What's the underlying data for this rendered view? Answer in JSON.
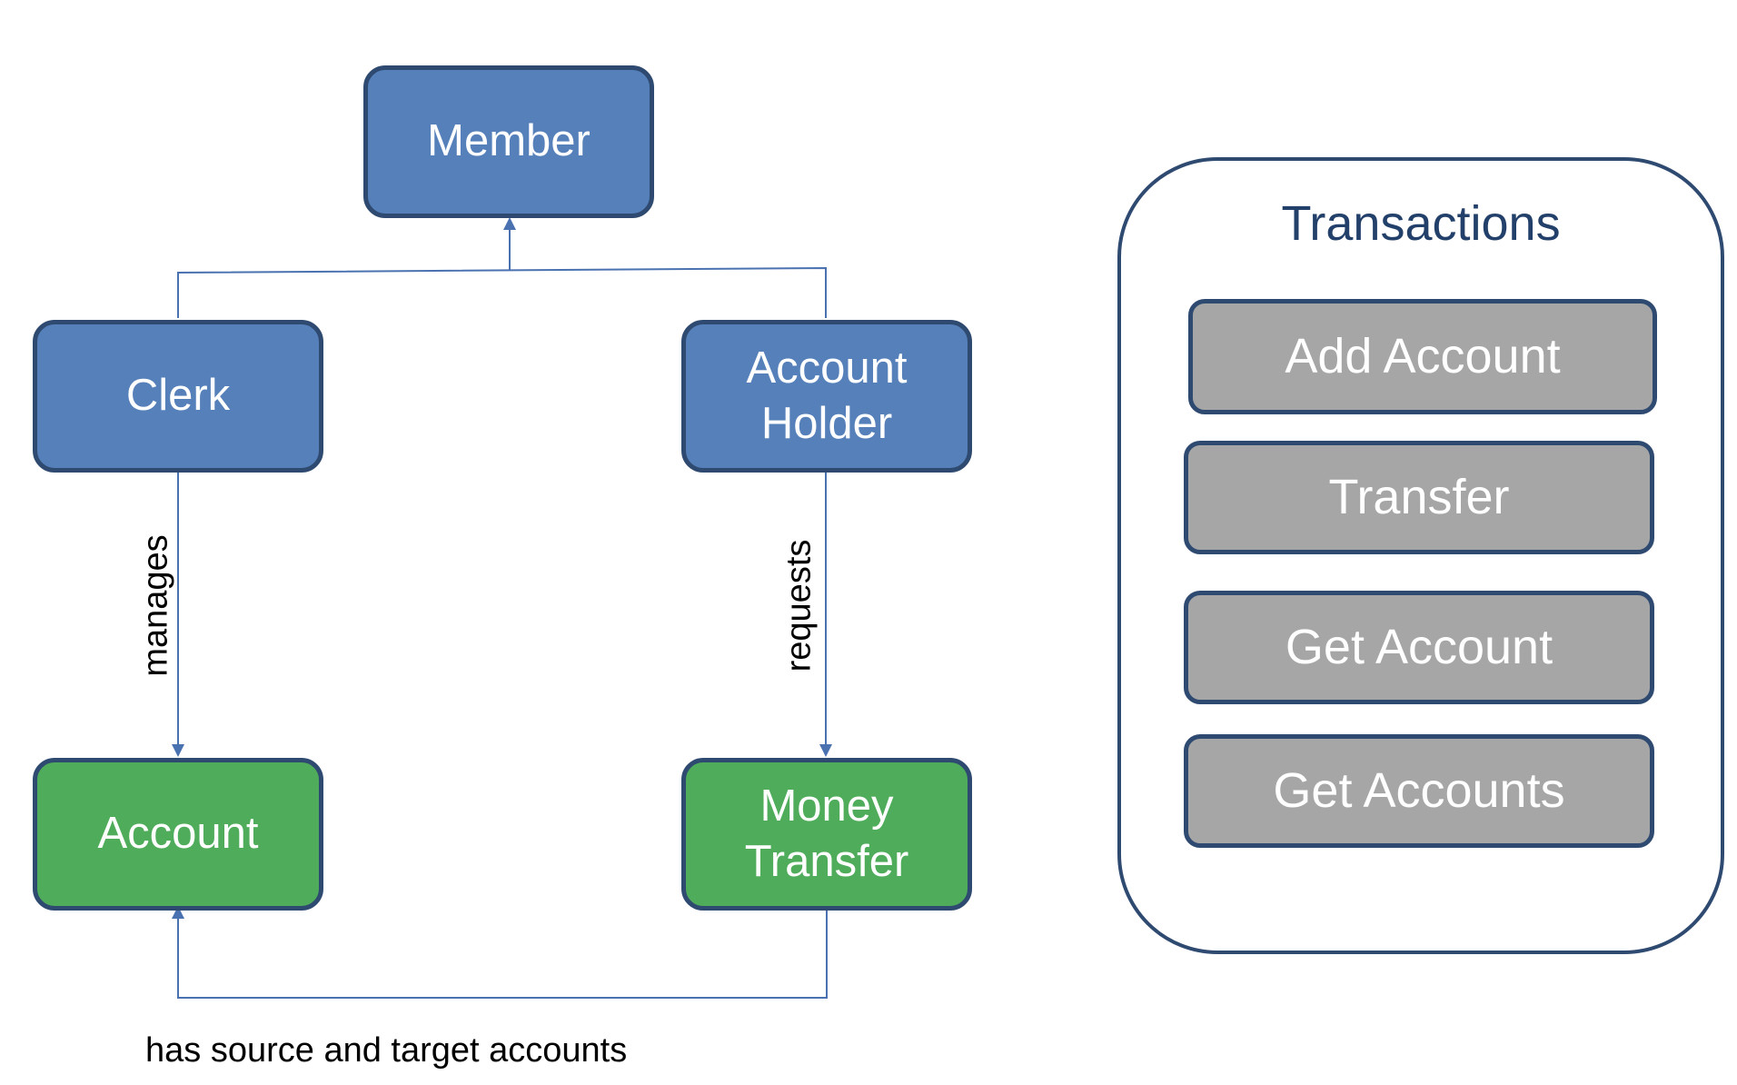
{
  "nodes": {
    "member": "Member",
    "clerk": "Clerk",
    "account_holder": "Account\nHolder",
    "account": "Account",
    "money_transfer": "Money\nTransfer"
  },
  "edges": {
    "clerk_to_account": "manages",
    "holder_to_transfer": "requests",
    "transfer_to_account": "has source and target accounts"
  },
  "transactions": {
    "title": "Transactions",
    "items": [
      "Add Account",
      "Transfer",
      "Get Account",
      "Get Accounts"
    ]
  },
  "colors": {
    "entity_blue": "#5680ba",
    "entity_green": "#4fac5b",
    "transaction_grey": "#a6a6a6",
    "border_dark_blue": "#2f4a70",
    "connector_blue": "#4a72b0"
  }
}
